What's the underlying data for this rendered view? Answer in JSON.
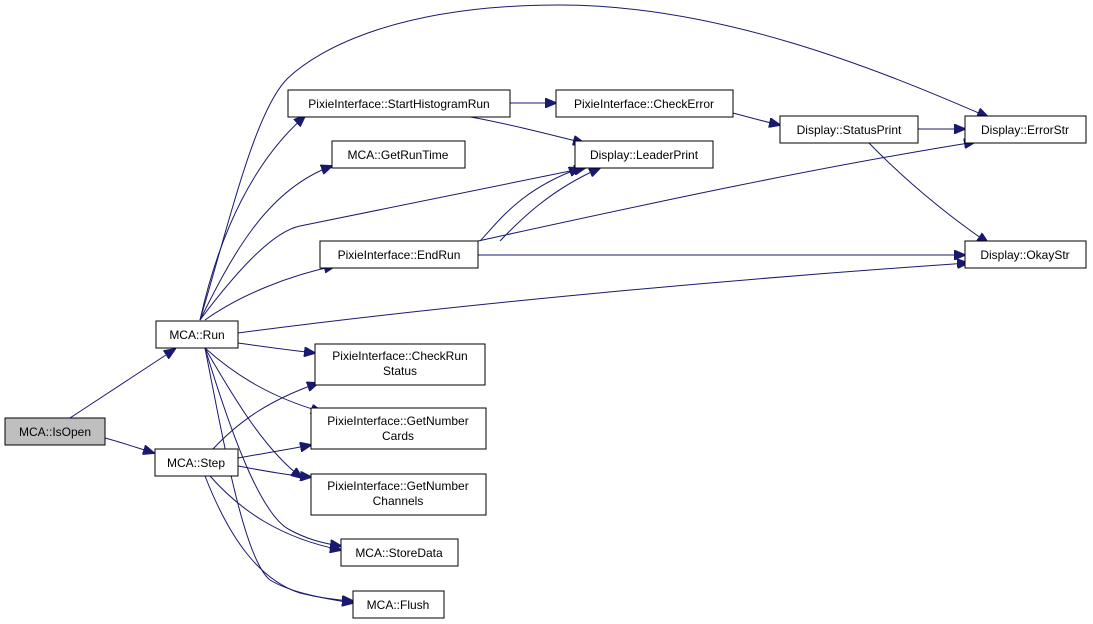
{
  "nodes": {
    "is_open": "MCA::IsOpen",
    "run": "MCA::Run",
    "step": "MCA::Step",
    "start_histogram_run": "PixieInterface::StartHistogramRun",
    "get_run_time": "MCA::GetRunTime",
    "end_run": "PixieInterface::EndRun",
    "check_run_status": [
      "PixieInterface::CheckRun",
      "Status"
    ],
    "get_number_cards": [
      "PixieInterface::GetNumber",
      "Cards"
    ],
    "get_number_channels": [
      "PixieInterface::GetNumber",
      "Channels"
    ],
    "store_data": "MCA::StoreData",
    "flush": "MCA::Flush",
    "check_error": "PixieInterface::CheckError",
    "leader_print": "Display::LeaderPrint",
    "status_print": "Display::StatusPrint",
    "error_str": "Display::ErrorStr",
    "okay_str": "Display::OkayStr"
  },
  "colors": {
    "edge": "#191970",
    "highlight_fill": "#bfbfbf",
    "node_border": "#000000"
  }
}
